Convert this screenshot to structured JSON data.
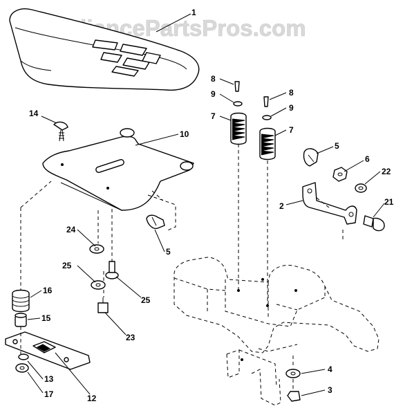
{
  "watermark": "AppliancePartsPros.com",
  "callouts": {
    "c1": "1",
    "c2": "2",
    "c3": "3",
    "c4": "4",
    "c5a": "5",
    "c5b": "5",
    "c6": "6",
    "c7a": "7",
    "c7b": "7",
    "c8a": "8",
    "c8b": "8",
    "c9a": "9",
    "c9b": "9",
    "c10": "10",
    "c12": "12",
    "c13": "13",
    "c14": "14",
    "c15": "15",
    "c16": "16",
    "c17": "17",
    "c21": "21",
    "c22": "22",
    "c23": "23",
    "c24": "24",
    "c25a": "25",
    "c25b": "25"
  }
}
